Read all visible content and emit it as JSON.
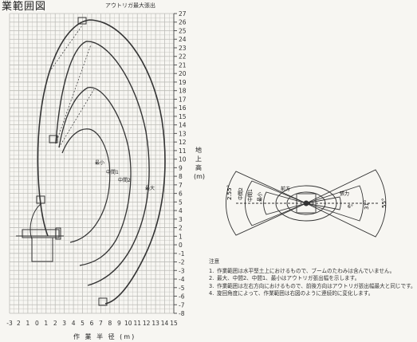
{
  "title": "業範囲図",
  "max_outrigger_label": "アウトリガ最大張出",
  "chart_data": {
    "type": "diagram",
    "x_ticks": [
      "-3",
      "2",
      "1",
      "0",
      "1",
      "2",
      "3",
      "4",
      "5",
      "6",
      "7",
      "8",
      "9",
      "10",
      "11",
      "12",
      "13",
      "14",
      "15"
    ],
    "y_ticks": [
      "27",
      "26",
      "25",
      "24",
      "23",
      "22",
      "21",
      "20",
      "19",
      "18",
      "17",
      "16",
      "15",
      "14",
      "13",
      "12",
      "11",
      "10",
      "9",
      "8",
      "7",
      "6",
      "5",
      "4",
      "3",
      "2",
      "1",
      "0",
      "-1",
      "-2",
      "-3",
      "-4",
      "-5",
      "-6",
      "-7",
      "-8"
    ],
    "xlabel": "作 業 半 径 (m)",
    "ylabel": "地上高(m)",
    "curve_labels": [
      "最小",
      "中間1",
      "中間2",
      "最大"
    ],
    "grid": true
  },
  "top_view": {
    "angle_left": "2.55°",
    "angle_right_outer": "55°",
    "angle_right_inner": "31°",
    "angle_right_min": "6°",
    "label_mid2": "中間2",
    "label_mid1": "中間1",
    "label_min": "最小",
    "label_front": "前方",
    "label_swing": "張力"
  },
  "notes": {
    "heading": "注意",
    "items": [
      {
        "num": "1.",
        "text": "作業範囲は水平堅土上におけるもので、ブームのたわみは含んでいません。"
      },
      {
        "num": "2.",
        "text": "最大、中間2、中間1、最小はアウトリガ張出幅を示します。"
      },
      {
        "num": "3.",
        "text": "作業範囲は左右方向におけるもので、前後方向はアウトリガ張出幅最大と同じです。"
      },
      {
        "num": "4.",
        "text": "旋回角度によって、作業範囲は右図のように連続的に変化します。"
      }
    ]
  },
  "colors": {
    "grid": "#bdbdb8",
    "curve": "#333333",
    "paper": "#f7f6f2"
  }
}
